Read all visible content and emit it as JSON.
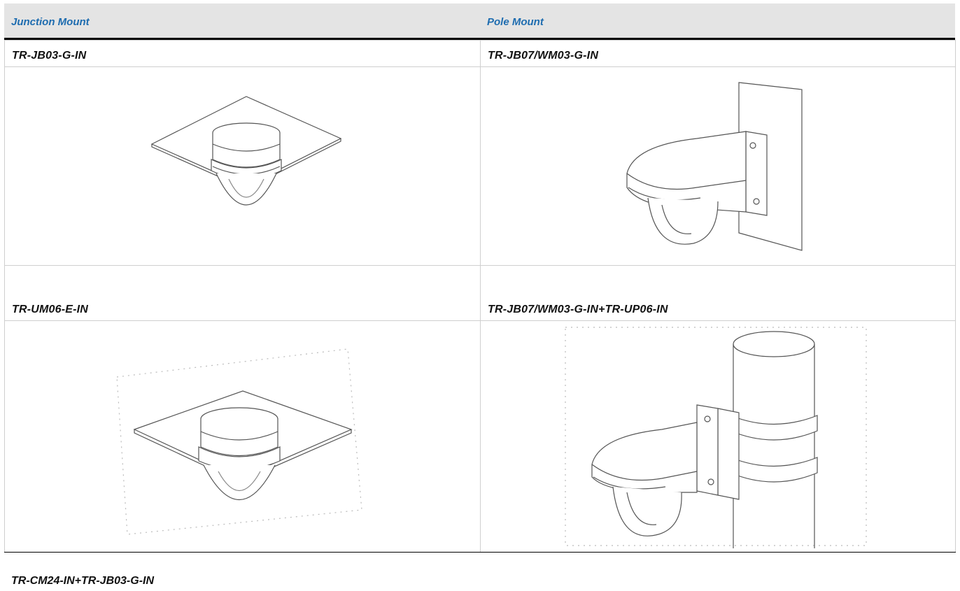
{
  "header": {
    "col1": "Junction Mount",
    "col2": "Pole Mount"
  },
  "rows": [
    {
      "left": "TR-JB03-G-IN",
      "right": "TR-JB07/WM03-G-IN"
    },
    {
      "left": "TR-UM06-E-IN",
      "right": "TR-JB07/WM03-G-IN+TR-UP06-IN"
    }
  ],
  "footer": "TR-CM24-IN+TR-JB03-G-IN",
  "colors": {
    "header_text": "#1f6db0",
    "header_bg": "#e4e4e4"
  }
}
